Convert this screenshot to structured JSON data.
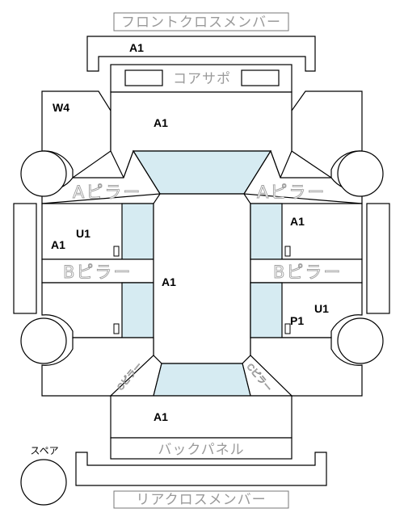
{
  "parts": {
    "front_cross_member": "フロントクロスメンバー",
    "core_support": "コアサポ",
    "a_pillar_left": "Aピラー",
    "a_pillar_right": "Aピラー",
    "b_pillar_left": "Bピラー",
    "b_pillar_right": "Bピラー",
    "back_panel": "バックパネル",
    "rear_cross_member": "リアクロスメンバー",
    "spare": "スペア",
    "c_pillar_left": "Cピラー",
    "c_pillar_right": "Cピラー"
  },
  "damage_codes": {
    "front_member": "A1",
    "hood": "A1",
    "left_fender": "W4",
    "left_front_door_u": "U1",
    "left_front_door_a": "A1",
    "roof": "A1",
    "right_front_door": "A1",
    "right_rear_door_u": "U1",
    "right_rear_door_p": "P1",
    "trunk": "A1"
  }
}
